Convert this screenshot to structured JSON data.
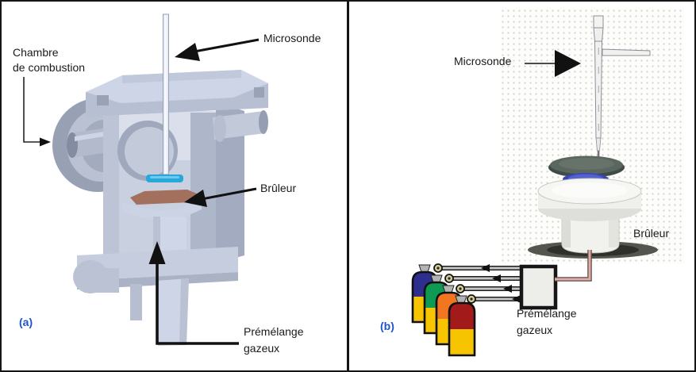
{
  "figure": {
    "type": "two-panel technical diagram of a flat-flame burner with sampling microprobe",
    "panel_a": {
      "tag": "(a)",
      "labels": {
        "chamber_line1": "Chambre",
        "chamber_line2": "de combustion",
        "microprobe": "Microsonde",
        "burner": "Brûleur",
        "premix_line1": "Prémélange",
        "premix_line2": "gazeux"
      }
    },
    "panel_b": {
      "tag": "(b)",
      "labels": {
        "microprobe": "Microsonde",
        "burner": "Brûleur",
        "premix_line1": "Prémélange",
        "premix_line2": "gazeux"
      }
    },
    "colors": {
      "panel_tag_blue": "#1d55c8",
      "label_text": "#1a1a1a",
      "frame_border": "#151515",
      "metal_light": "#ced6e8",
      "metal_mid": "#b4bccd",
      "metal_dark": "#98a1b4",
      "flame_blue": "#28a7db",
      "burner_plate_brown": "#a2705c",
      "cylinder_navy": "#2e2e8f",
      "cylinder_green": "#0e9a52",
      "cylinder_orange": "#f1761f",
      "cylinder_dark_red": "#a31a1a",
      "cylinder_yellow": "#f6c400",
      "mix_tube_pink": "#e0aaa6",
      "probe_disc_dark": "#5a675f",
      "probe_ring_blue": "#3946b8"
    }
  }
}
